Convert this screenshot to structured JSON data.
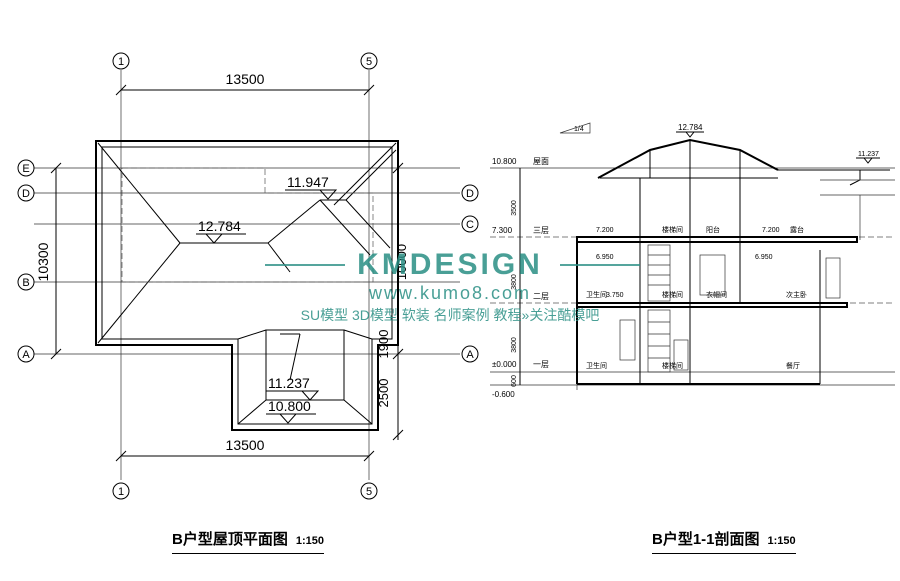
{
  "roof_plan": {
    "dims": {
      "top_width": "13500",
      "bottom_width": "13500",
      "left_height": "10300",
      "right_upper": "10000",
      "right_mid": "1900",
      "right_lower": "2500"
    },
    "axes_top": [
      "1",
      "5"
    ],
    "axes_left": [
      "E",
      "D",
      "B",
      "A"
    ],
    "axes_right": [
      "D",
      "C",
      "A"
    ],
    "elevations": {
      "ridge_main": "12.784",
      "upper_valley": "11.947",
      "lower_roof": "11.237",
      "lower_eave": "10.800"
    },
    "caption": "B户型屋顶平面图",
    "scale": "1:150"
  },
  "section": {
    "top_elev": "12.784",
    "right_elev": "11.237",
    "left_levels": [
      "10.800",
      "7.300",
      "±0.000",
      "-0.600"
    ],
    "level_labels": [
      "屋面",
      "三层",
      "二层",
      "一层"
    ],
    "floor_elevs": [
      "10.800",
      "7.200",
      "6.950",
      "7.200",
      "6.950",
      "3.750"
    ],
    "vert_dims": [
      "3500",
      "3800",
      "3800",
      "600"
    ],
    "room_labels": {
      "stair_upper": "楼梯间",
      "balcony": "阳台",
      "terrace": "露台",
      "bath_2": "卫生间",
      "stair_mid": "楼梯间",
      "closet": "衣帽间",
      "master_bed": "次主卧",
      "bath_1": "卫生间",
      "stair_lower": "楼梯间",
      "dining": "餐厅"
    },
    "slope_label": "1/4",
    "caption": "B户型1-1剖面图",
    "scale": "1:150"
  },
  "watermark": {
    "logo": "KMDESIGN",
    "url": "www.kumo8.com",
    "tagline": "SU模型 3D模型 软装 名师案例 教程»关注酷模吧"
  }
}
